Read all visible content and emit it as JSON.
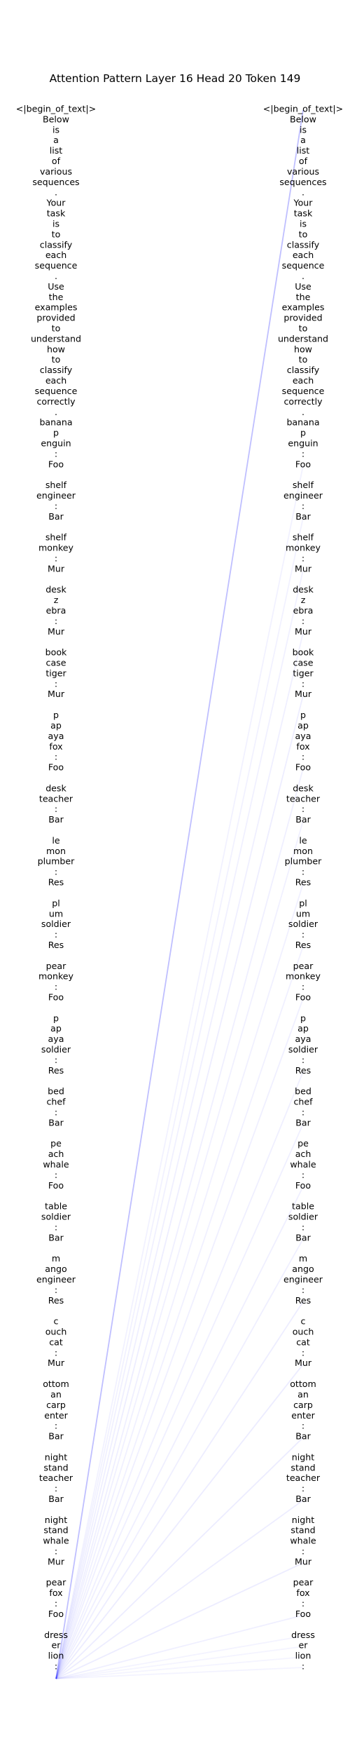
{
  "figure": {
    "title": "Attention Pattern Layer 16 Head 20 Token 149",
    "line_color": "#0000ff"
  },
  "tokens": [
    "<|begin_of_text|>",
    "Below",
    "is",
    "a",
    "list",
    "of",
    "various",
    "sequences",
    ".",
    "Your",
    "task",
    "is",
    "to",
    "classify",
    "each",
    "sequence",
    ".",
    "Use",
    "the",
    "examples",
    "provided",
    "to",
    "understand",
    "how",
    "to",
    "classify",
    "each",
    "sequence",
    "correctly",
    ".",
    "banana",
    "p",
    "enguin",
    ":",
    "Foo",
    "",
    "shelf",
    "engineer",
    ":",
    "Bar",
    "",
    "shelf",
    "monkey",
    ":",
    "Mur",
    "",
    "desk",
    "z",
    "ebra",
    ":",
    "Mur",
    "",
    "book",
    "case",
    "tiger",
    ":",
    "Mur",
    "",
    "p",
    "ap",
    "aya",
    "fox",
    ":",
    "Foo",
    "",
    "desk",
    "teacher",
    ":",
    "Bar",
    "",
    "le",
    "mon",
    "plumber",
    ":",
    "Res",
    "",
    "pl",
    "um",
    "soldier",
    ":",
    "Res",
    "",
    "pear",
    "monkey",
    ":",
    "Foo",
    "",
    "p",
    "ap",
    "aya",
    "soldier",
    ":",
    "Res",
    "",
    "bed",
    "chef",
    ":",
    "Bar",
    "",
    "pe",
    "ach",
    "whale",
    ":",
    "Foo",
    "",
    "table",
    "soldier",
    ":",
    "Bar",
    "",
    "m",
    "ango",
    "engineer",
    ":",
    "Res",
    "",
    "c",
    "ouch",
    "cat",
    ":",
    "Mur",
    "",
    "ottom",
    "an",
    "carp",
    "enter",
    ":",
    "Bar",
    "",
    "night",
    "stand",
    "teacher",
    ":",
    "Bar",
    "",
    "night",
    "stand",
    "whale",
    ":",
    "Mur",
    "",
    "pear",
    "fox",
    ":",
    "Foo",
    "",
    "dress",
    "er",
    "lion",
    ":"
  ],
  "attention": {
    "query_token_index": 149,
    "weights": [
      {
        "key": 0,
        "w": 0.42
      },
      {
        "key": 34,
        "w": 0.06
      },
      {
        "key": 39,
        "w": 0.06
      },
      {
        "key": 44,
        "w": 0.07
      },
      {
        "key": 50,
        "w": 0.08
      },
      {
        "key": 56,
        "w": 0.09
      },
      {
        "key": 63,
        "w": 0.08
      },
      {
        "key": 68,
        "w": 0.07
      },
      {
        "key": 74,
        "w": 0.07
      },
      {
        "key": 80,
        "w": 0.07
      },
      {
        "key": 85,
        "w": 0.08
      },
      {
        "key": 92,
        "w": 0.08
      },
      {
        "key": 97,
        "w": 0.08
      },
      {
        "key": 103,
        "w": 0.08
      },
      {
        "key": 108,
        "w": 0.08
      },
      {
        "key": 114,
        "w": 0.09
      },
      {
        "key": 120,
        "w": 0.1
      },
      {
        "key": 127,
        "w": 0.1
      },
      {
        "key": 133,
        "w": 0.09
      },
      {
        "key": 139,
        "w": 0.1
      },
      {
        "key": 144,
        "w": 0.08
      },
      {
        "key": 146,
        "w": 0.05
      },
      {
        "key": 147,
        "w": 0.04
      },
      {
        "key": 148,
        "w": 0.04
      },
      {
        "key": 149,
        "w": 0.05
      }
    ]
  }
}
